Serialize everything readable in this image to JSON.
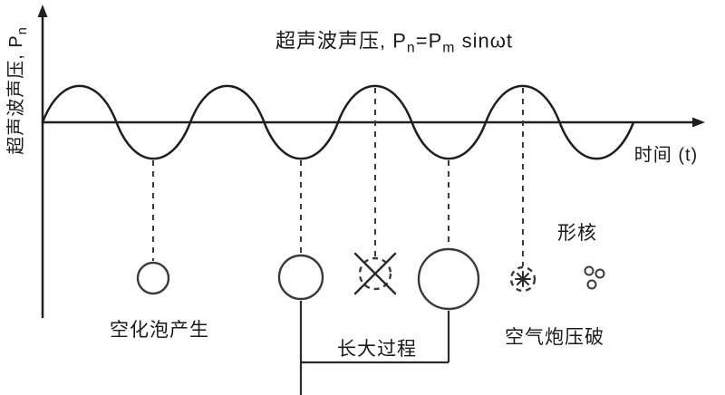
{
  "diagram": {
    "title": {
      "part1": "超声波声压, P",
      "sub1": "n",
      "part2": "=P",
      "sub2": "m",
      "part3": " sinωt"
    },
    "y_axis": {
      "part1": "超声波声压, P",
      "sub1": "n"
    },
    "x_axis_label": "时间 (t)",
    "annotations": {
      "bubble_generation": "空化泡产生",
      "growth_process": "长大过程",
      "bubble_burst": "空气炮压破",
      "nucleation": "形核"
    },
    "colors": {
      "line": "#1f1f1f",
      "shape": "#3a3a3a",
      "background": "#ffffff"
    }
  }
}
